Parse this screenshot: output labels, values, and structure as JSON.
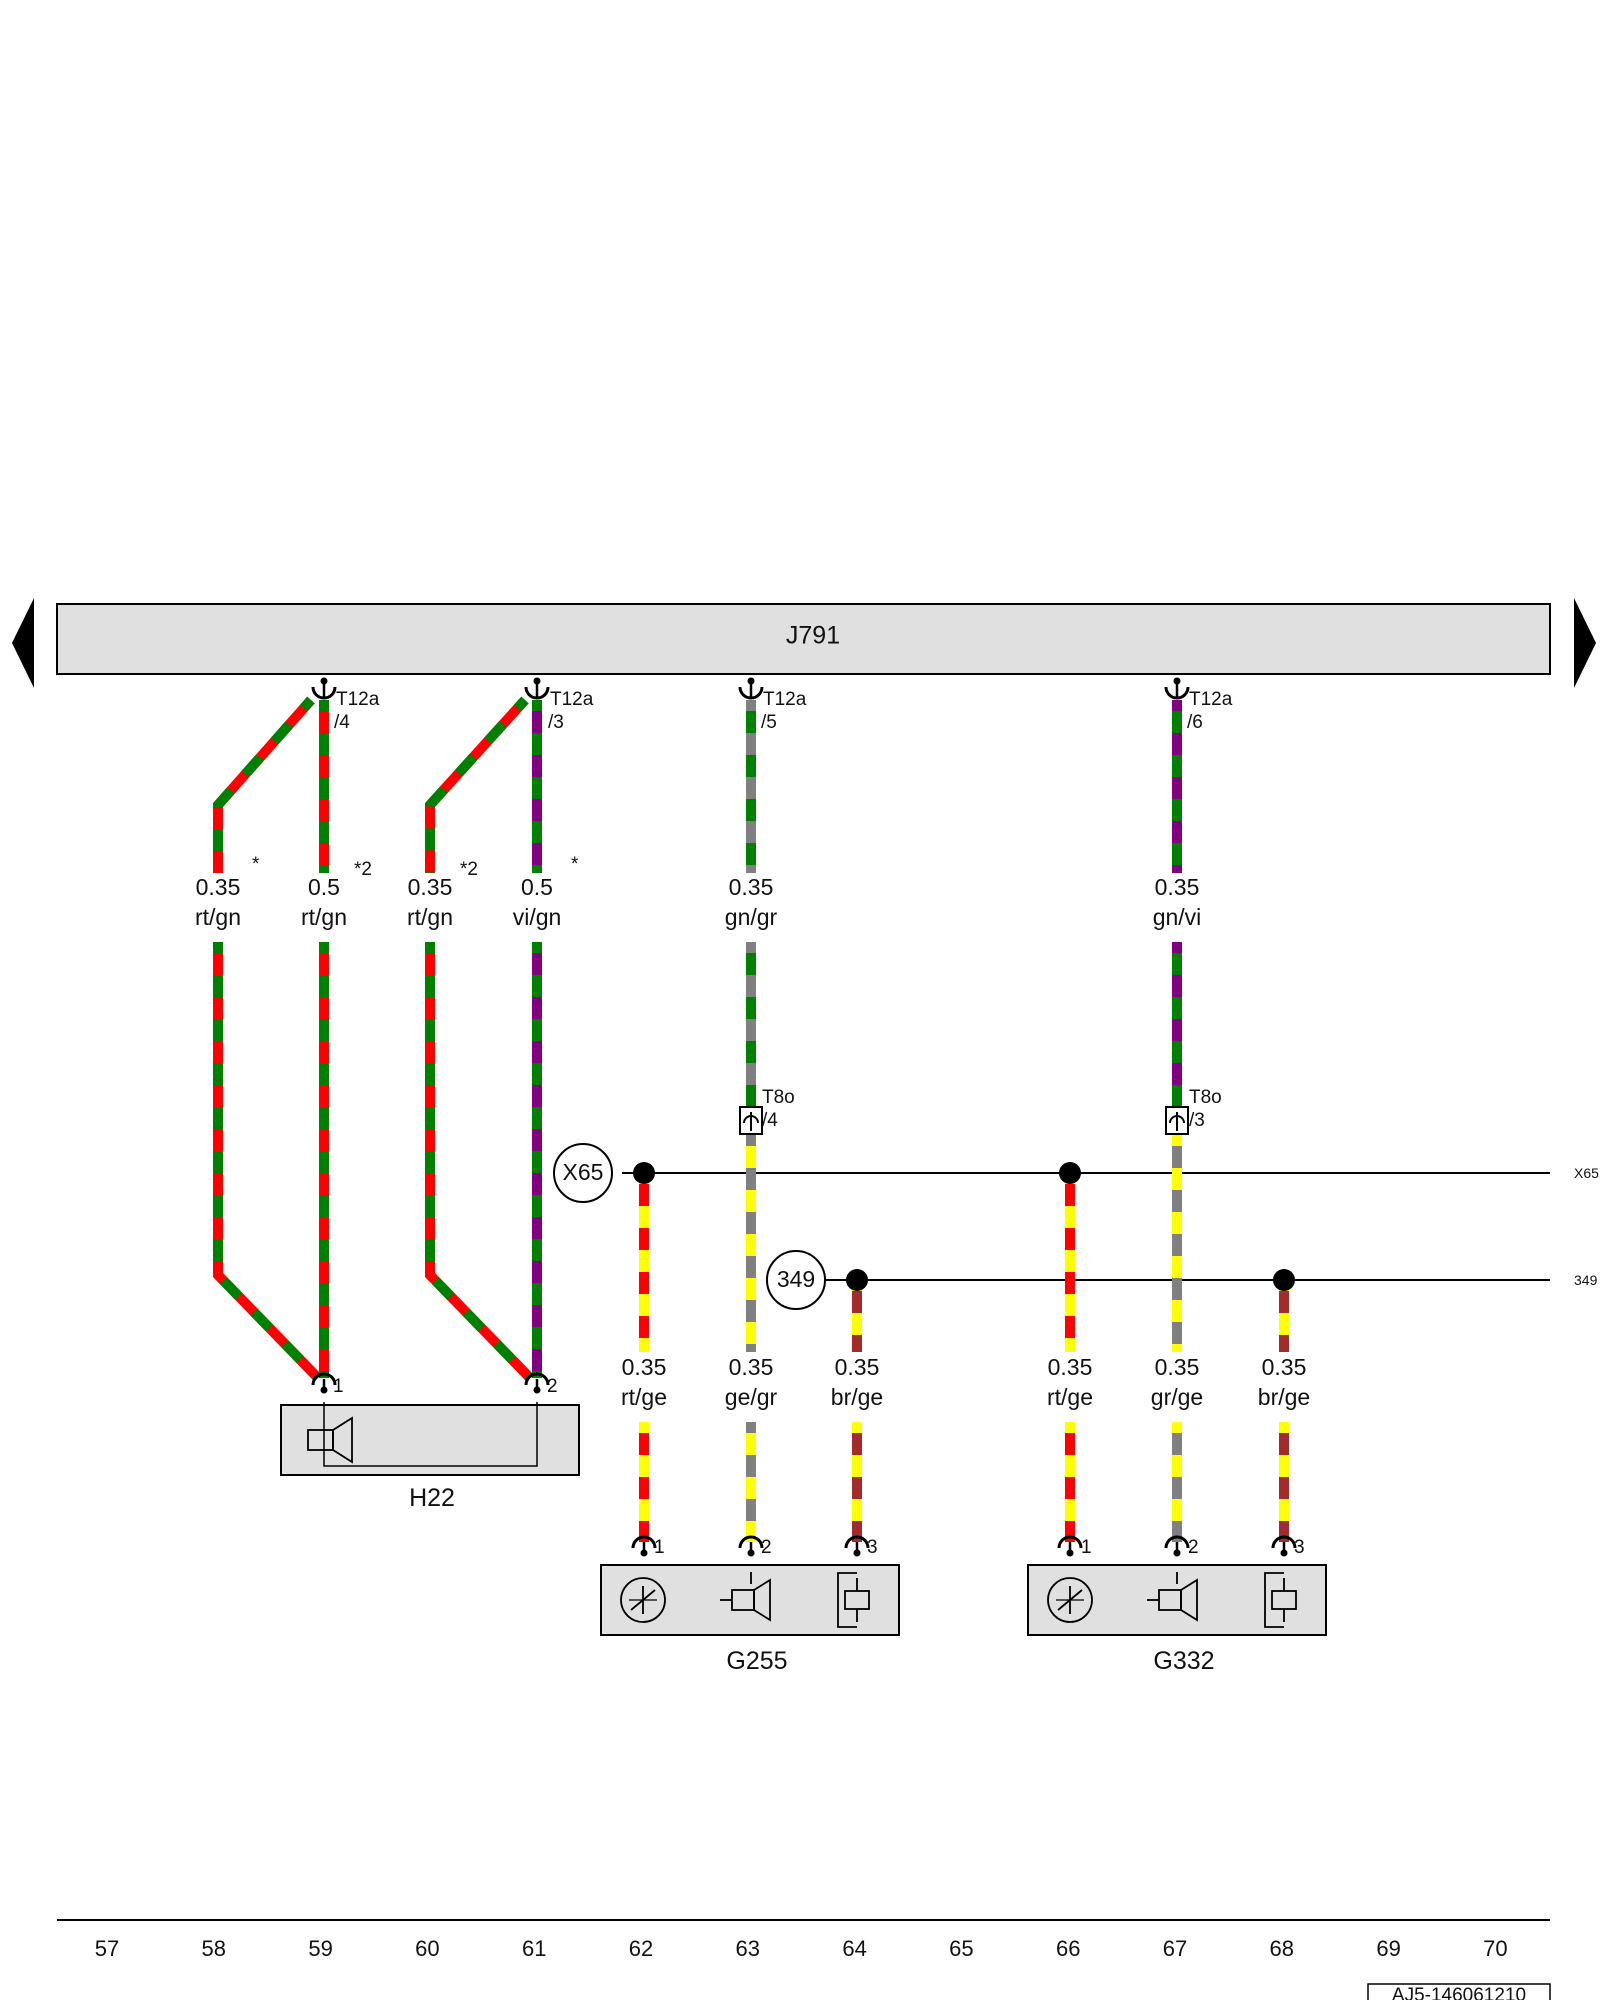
{
  "colors": {
    "rt": "#ff0000",
    "gn": "#008000",
    "vi": "#800080",
    "gr": "#808080",
    "ge": "#ffff00",
    "br": "#a52a2a",
    "housing": "#e0e0e0",
    "line": "#000000"
  },
  "control_unit": {
    "label": "J791"
  },
  "connectors": {
    "t12a_4": {
      "name": "T12a",
      "pin": "/4"
    },
    "t12a_3": {
      "name": "T12a",
      "pin": "/3"
    },
    "t12a_5": {
      "name": "T12a",
      "pin": "/5"
    },
    "t12a_6": {
      "name": "T12a",
      "pin": "/6"
    },
    "t8o_4": {
      "name": "T8o",
      "pin": "/4"
    },
    "t8o_3": {
      "name": "T8o",
      "pin": "/3"
    }
  },
  "wires": {
    "w58": {
      "size": "0.35",
      "color": "rt/gn",
      "note": "*"
    },
    "w59": {
      "size": "0.5",
      "color": "rt/gn",
      "note": "*2"
    },
    "w60": {
      "size": "0.35",
      "color": "rt/gn",
      "note": "*2"
    },
    "w61": {
      "size": "0.5",
      "color": "vi/gn",
      "note": "*"
    },
    "w63top": {
      "size": "0.35",
      "color": "gn/gr"
    },
    "w67top": {
      "size": "0.35",
      "color": "gn/vi"
    },
    "w62": {
      "size": "0.35",
      "color": "rt/ge"
    },
    "w63bot": {
      "size": "0.35",
      "color": "ge/gr"
    },
    "w64": {
      "size": "0.35",
      "color": "br/ge"
    },
    "w66": {
      "size": "0.35",
      "color": "rt/ge"
    },
    "w67bot": {
      "size": "0.35",
      "color": "gr/ge"
    },
    "w68": {
      "size": "0.35",
      "color": "br/ge"
    }
  },
  "buses": {
    "x65": {
      "label": "X65",
      "end_label": "X65"
    },
    "b349": {
      "label": "349",
      "end_label": "349"
    }
  },
  "components": {
    "h22": {
      "label": "H22",
      "pins": [
        "1",
        "2"
      ]
    },
    "g255": {
      "label": "G255",
      "pins": [
        "1",
        "2",
        "3"
      ]
    },
    "g332": {
      "label": "G332",
      "pins": [
        "1",
        "2",
        "3"
      ]
    }
  },
  "tracks": [
    "57",
    "58",
    "59",
    "60",
    "61",
    "62",
    "63",
    "64",
    "65",
    "66",
    "67",
    "68",
    "69",
    "70"
  ],
  "drawing_id": "AJ5-146061210"
}
